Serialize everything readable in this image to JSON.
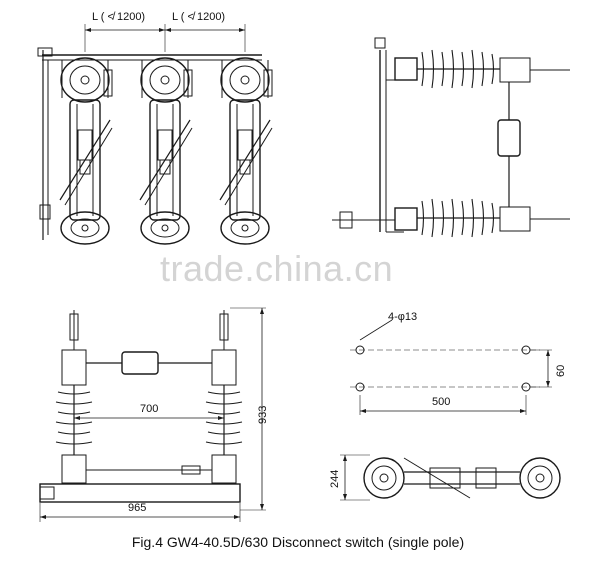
{
  "dimensions": {
    "phase_spacing_1": "L ( ≮ 1200)",
    "phase_spacing_2": "L ( ≮ 1200)",
    "insulator_span": "700",
    "total_height": "933",
    "base_length": "965",
    "mount_holes": "4-φ13",
    "hole_pitch_horizontal": "500",
    "hole_pitch_vertical": "60",
    "arm_height": "244"
  },
  "watermark": "trade.china.cn",
  "caption": "Fig.4  GW4-40.5D/630 Disconnect switch (single pole)"
}
